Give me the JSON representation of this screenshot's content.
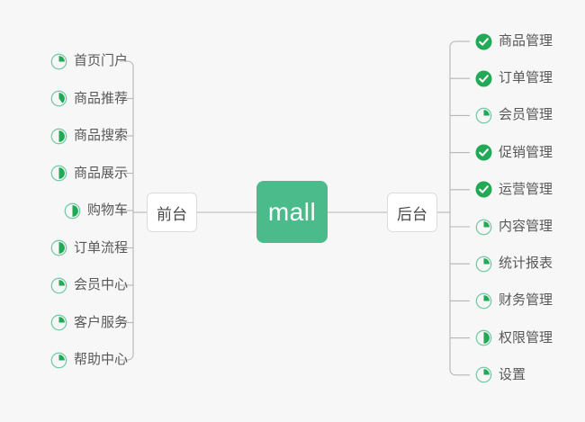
{
  "diagram": {
    "title": "mall",
    "background_color": "#f7f7f7",
    "accent_color": "#4cbb8c",
    "done_color": "#22a955",
    "line_color": "#b6b6b6",
    "text_color": "#585858"
  },
  "root": {
    "label": "mall"
  },
  "branches": [
    {
      "id": "front",
      "label": "前台"
    },
    {
      "id": "back",
      "label": "后台"
    }
  ],
  "front_items": [
    {
      "label": "首页门户",
      "icon": "pie-progress-icon",
      "progress": 25
    },
    {
      "label": "商品推荐",
      "icon": "pie-progress-icon",
      "progress": 40
    },
    {
      "label": "商品搜索",
      "icon": "pie-progress-icon",
      "progress": 50
    },
    {
      "label": "商品展示",
      "icon": "pie-progress-icon",
      "progress": 50
    },
    {
      "label": "购物车",
      "icon": "pie-progress-icon",
      "progress": 50
    },
    {
      "label": "订单流程",
      "icon": "pie-progress-icon",
      "progress": 50
    },
    {
      "label": "会员中心",
      "icon": "pie-progress-icon",
      "progress": 25
    },
    {
      "label": "客户服务",
      "icon": "pie-progress-icon",
      "progress": 25
    },
    {
      "label": "帮助中心",
      "icon": "pie-progress-icon",
      "progress": 25
    }
  ],
  "back_items": [
    {
      "label": "商品管理",
      "icon": "check-circle-icon",
      "progress": 100
    },
    {
      "label": "订单管理",
      "icon": "check-circle-icon",
      "progress": 100
    },
    {
      "label": "会员管理",
      "icon": "pie-progress-icon",
      "progress": 25
    },
    {
      "label": "促销管理",
      "icon": "check-circle-icon",
      "progress": 100
    },
    {
      "label": "运营管理",
      "icon": "check-circle-icon",
      "progress": 100
    },
    {
      "label": "内容管理",
      "icon": "pie-progress-icon",
      "progress": 25
    },
    {
      "label": "统计报表",
      "icon": "pie-progress-icon",
      "progress": 25
    },
    {
      "label": "财务管理",
      "icon": "pie-progress-icon",
      "progress": 25
    },
    {
      "label": "权限管理",
      "icon": "pie-progress-icon",
      "progress": 50
    },
    {
      "label": "设置",
      "icon": "pie-progress-icon",
      "progress": 25
    }
  ]
}
